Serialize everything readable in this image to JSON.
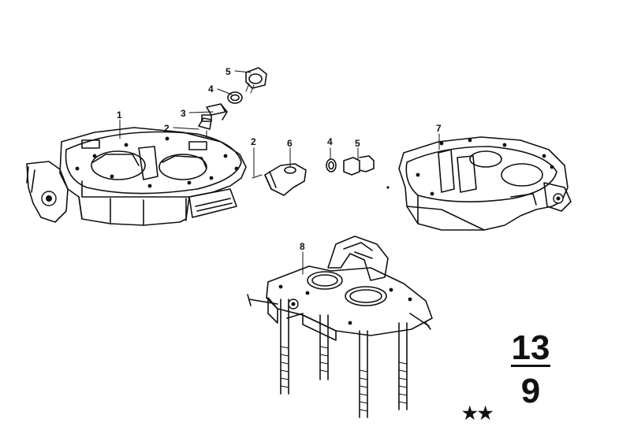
{
  "callouts": {
    "c1": "1",
    "c2a": "2",
    "c2b": "2",
    "c3": "3",
    "c4a": "4",
    "c4b": "4",
    "c5a": "5",
    "c5b": "5",
    "c6": "6",
    "c7": "7",
    "c8": "8"
  },
  "group_ref": {
    "numerator": "13",
    "denominator": "9"
  },
  "rating_marker": "★★"
}
